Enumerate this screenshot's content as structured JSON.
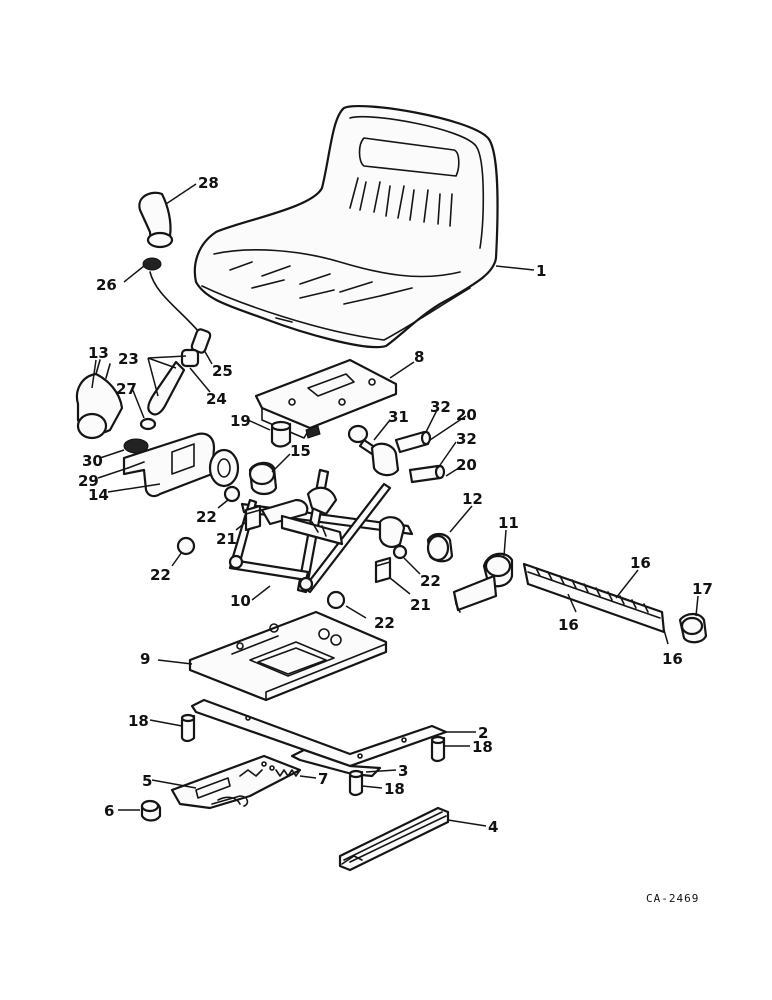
{
  "drawing_code": "CA-2469",
  "callouts": [
    {
      "id": "c1",
      "label": "1"
    },
    {
      "id": "c28",
      "label": "28"
    },
    {
      "id": "c26",
      "label": "26"
    },
    {
      "id": "c13",
      "label": "13"
    },
    {
      "id": "c23",
      "label": "23"
    },
    {
      "id": "c25",
      "label": "25"
    },
    {
      "id": "c24",
      "label": "24"
    },
    {
      "id": "c27",
      "label": "27"
    },
    {
      "id": "c8",
      "label": "8"
    },
    {
      "id": "c19",
      "label": "19"
    },
    {
      "id": "c31",
      "label": "31"
    },
    {
      "id": "c32a",
      "label": "32"
    },
    {
      "id": "c20a",
      "label": "20"
    },
    {
      "id": "c32b",
      "label": "32"
    },
    {
      "id": "c20b",
      "label": "20"
    },
    {
      "id": "c30",
      "label": "30"
    },
    {
      "id": "c29",
      "label": "29"
    },
    {
      "id": "c14",
      "label": "14"
    },
    {
      "id": "c15",
      "label": "15"
    },
    {
      "id": "c22a",
      "label": "22"
    },
    {
      "id": "c21a",
      "label": "21"
    },
    {
      "id": "c12",
      "label": "12"
    },
    {
      "id": "c11",
      "label": "11"
    },
    {
      "id": "c16a",
      "label": "16"
    },
    {
      "id": "c17",
      "label": "17"
    },
    {
      "id": "c22b",
      "label": "22"
    },
    {
      "id": "c22c",
      "label": "22"
    },
    {
      "id": "c21b",
      "label": "21"
    },
    {
      "id": "c10",
      "label": "10"
    },
    {
      "id": "c16b",
      "label": "16"
    },
    {
      "id": "c16c",
      "label": "16"
    },
    {
      "id": "c22d",
      "label": "22"
    },
    {
      "id": "c9",
      "label": "9"
    },
    {
      "id": "c18a",
      "label": "18"
    },
    {
      "id": "c2",
      "label": "2"
    },
    {
      "id": "c18b",
      "label": "18"
    },
    {
      "id": "c7",
      "label": "7"
    },
    {
      "id": "c3",
      "label": "3"
    },
    {
      "id": "c5",
      "label": "5"
    },
    {
      "id": "c18c",
      "label": "18"
    },
    {
      "id": "c6",
      "label": "6"
    },
    {
      "id": "c4",
      "label": "4"
    }
  ]
}
